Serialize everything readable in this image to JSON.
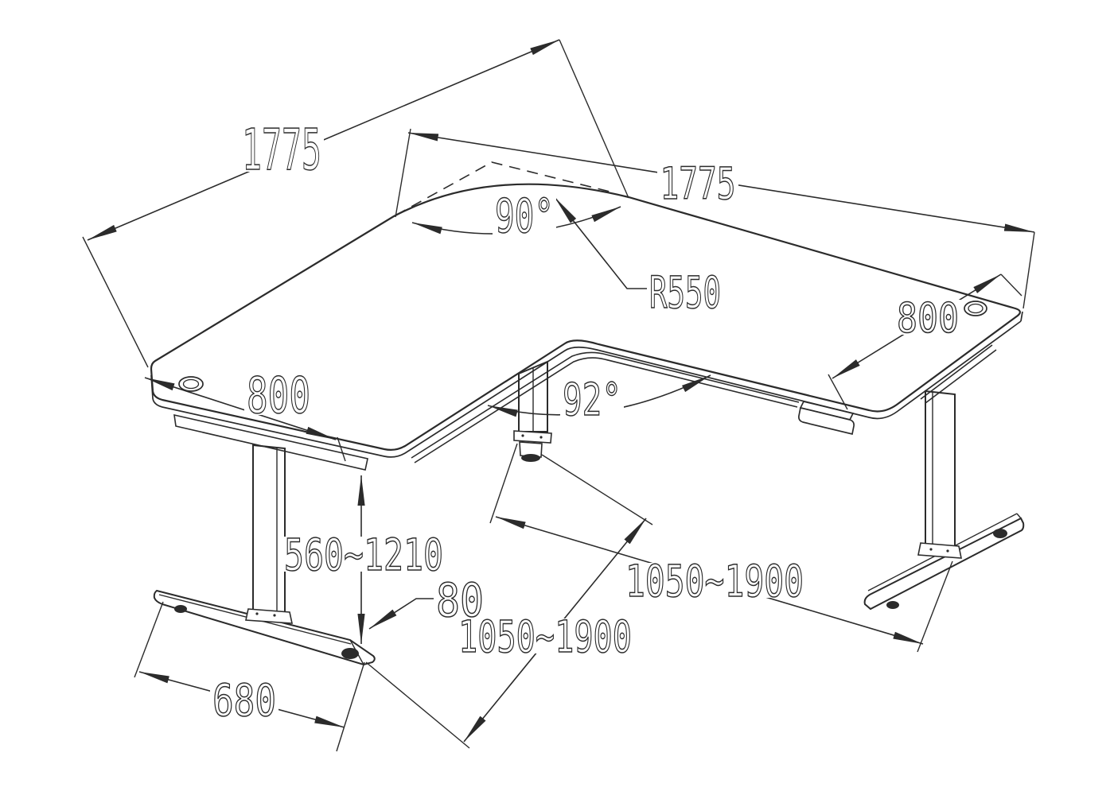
{
  "diagram": {
    "type": "technical-dimension-drawing",
    "subject": "L-shaped height-adjustable corner desk frame",
    "background": "#ffffff",
    "line_color": "#2b2b2b",
    "labels": {
      "left_top_length": "1775",
      "right_top_length": "1775",
      "corner_angle": "90°",
      "corner_radius": "R550",
      "left_depth": "800",
      "right_depth": "800",
      "inner_angle": "92°",
      "height_range": "560~1210",
      "foot_end_size": "80",
      "right_span_range": "1050~1900",
      "left_span_range": "1050~1900",
      "foot_length": "680"
    }
  }
}
